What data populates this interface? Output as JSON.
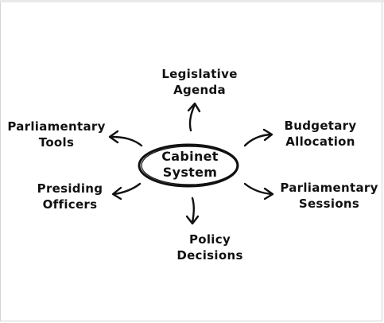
{
  "center": {
    "line1": "Cabinet",
    "line2": "System"
  },
  "nodes": {
    "legislative_agenda": {
      "line1": "Legislative",
      "line2": "Agenda"
    },
    "budgetary_allocation": {
      "line1": "Budgetary",
      "line2": "Allocation"
    },
    "parliamentary_sessions": {
      "line1": "Parliamentary",
      "line2": "Sessions"
    },
    "policy_decisions": {
      "line1": "Policy",
      "line2": "Decisions"
    },
    "presiding_officers": {
      "line1": "Presiding",
      "line2": "Officers"
    },
    "parliamentary_tools": {
      "line1": "Parliamentary",
      "line2": "Tools"
    }
  },
  "colors": {
    "ink": "#111111",
    "background": "#ffffff",
    "frame_border": "#d4d4d4"
  }
}
